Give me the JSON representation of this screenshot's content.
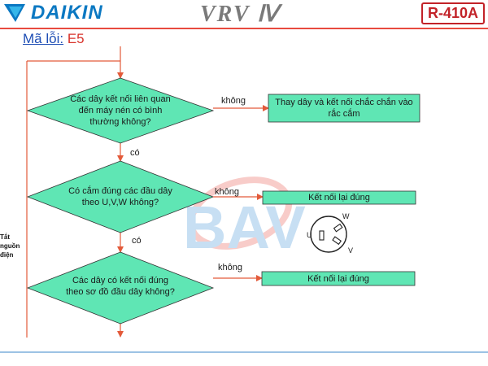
{
  "header": {
    "brand": "DAIKIN",
    "model": "VRV Ⅳ",
    "refrigerant": "R-410A"
  },
  "error": {
    "label": "Mã lỗi:",
    "code": "E5"
  },
  "side_label": "Tắt nguồn điện",
  "flowchart": {
    "decisions": [
      {
        "text": "Các dây kết nối liên quan đến máy nén có bình thường không?",
        "no_label": "không",
        "yes_label": "có"
      },
      {
        "text": "Có cắm đúng các đầu dây theo U,V,W không?",
        "no_label": "không",
        "yes_label": "có"
      },
      {
        "text": "Các dây có kết nối đúng theo sơ đồ đầu dây không?",
        "no_label": "không"
      }
    ],
    "actions": [
      "Thay dây và kết nối chắc chắn vào rắc cắm",
      "Kết nối lại đúng",
      "Kết nối lại đúng"
    ]
  },
  "terminal_diagram": {
    "labels": [
      "W",
      "U",
      "V"
    ]
  },
  "watermark": "BAV",
  "colors": {
    "flow_fill": "#5fe6b4",
    "line": "#e35a3a",
    "brand_blue": "#0b78c2",
    "accent_red": "#c22228",
    "label_blue": "#1f4fb5",
    "footer_blue": "#9cc3e4"
  }
}
